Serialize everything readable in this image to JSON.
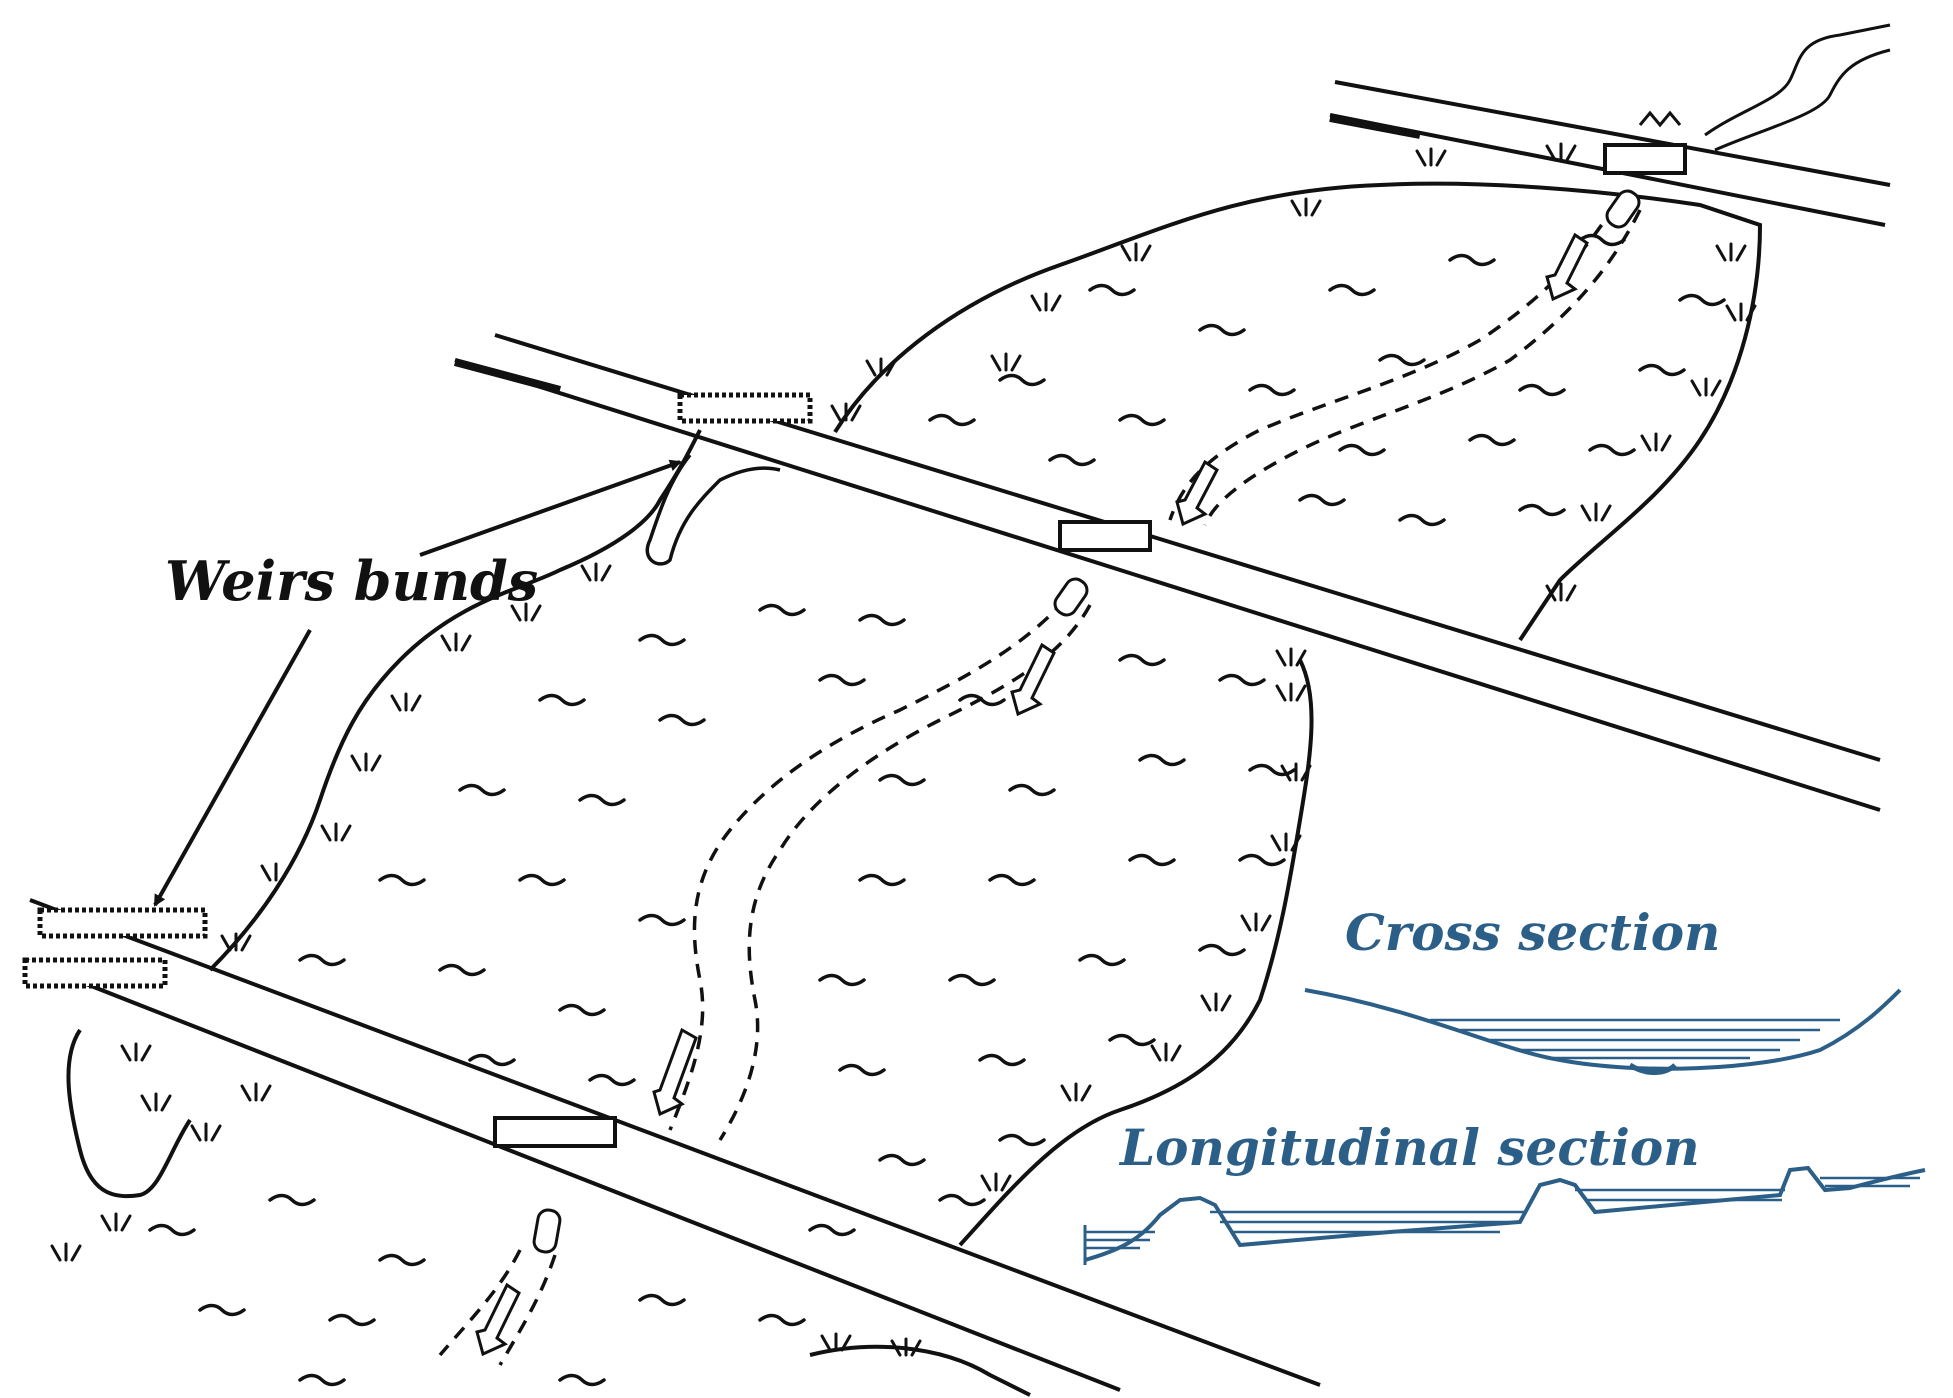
{
  "labels": {
    "weirs": "Weirs bunds",
    "cross": "Cross section",
    "longitudinal": "Longitudinal section"
  },
  "colors": {
    "ink": "#111111",
    "section_blue": "#2c5f87",
    "background": "#ffffff"
  },
  "icons": [
    "flow-arrow-icon",
    "culvert-pipe-icon",
    "grass-tuft-icon"
  ]
}
